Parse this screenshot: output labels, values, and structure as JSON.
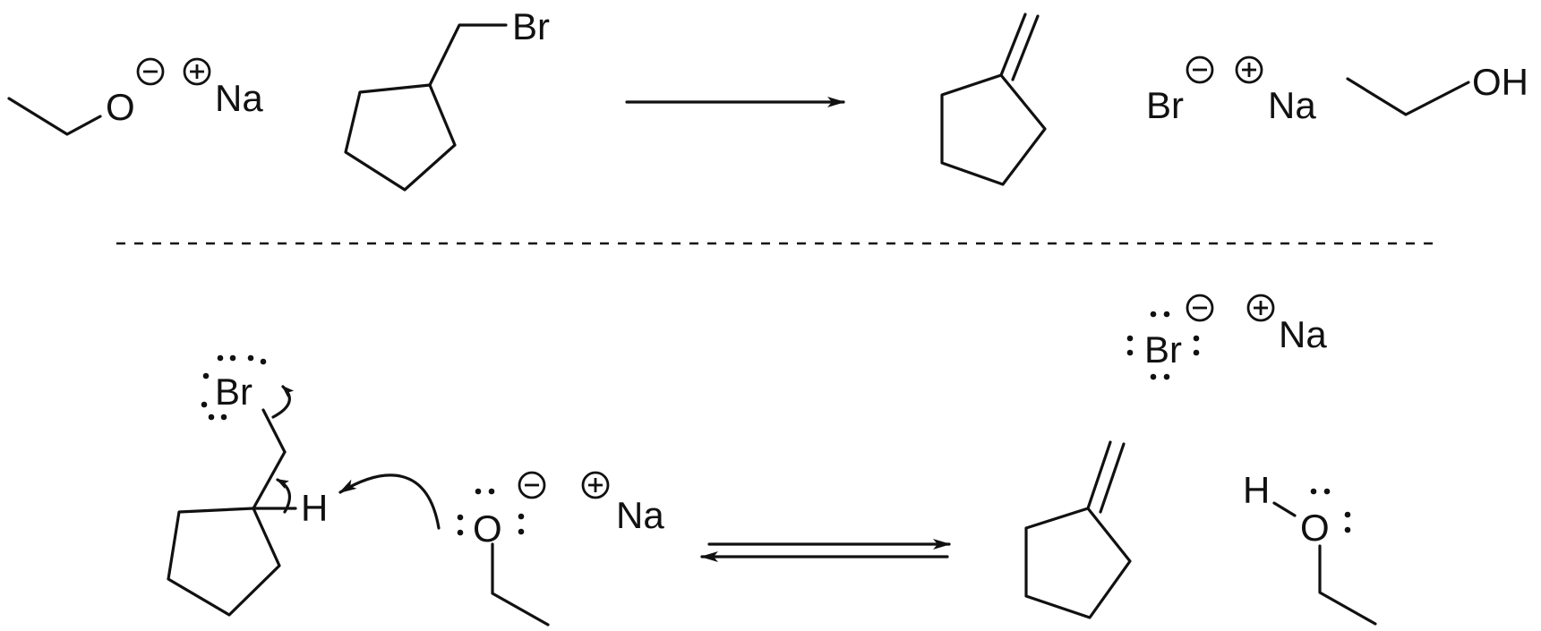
{
  "labels": {
    "oxygen": "O",
    "sodium": "Na",
    "bromine": "Br",
    "hydroxyl": "OH",
    "hydrogen": "H",
    "minus": "−",
    "plus": "+"
  },
  "colors": {
    "ink": "#111111",
    "background": "#ffffff"
  },
  "sections": [
    "overall-reaction",
    "mechanism"
  ],
  "arrows": {
    "top": "forward",
    "bottom": "equilibrium"
  }
}
